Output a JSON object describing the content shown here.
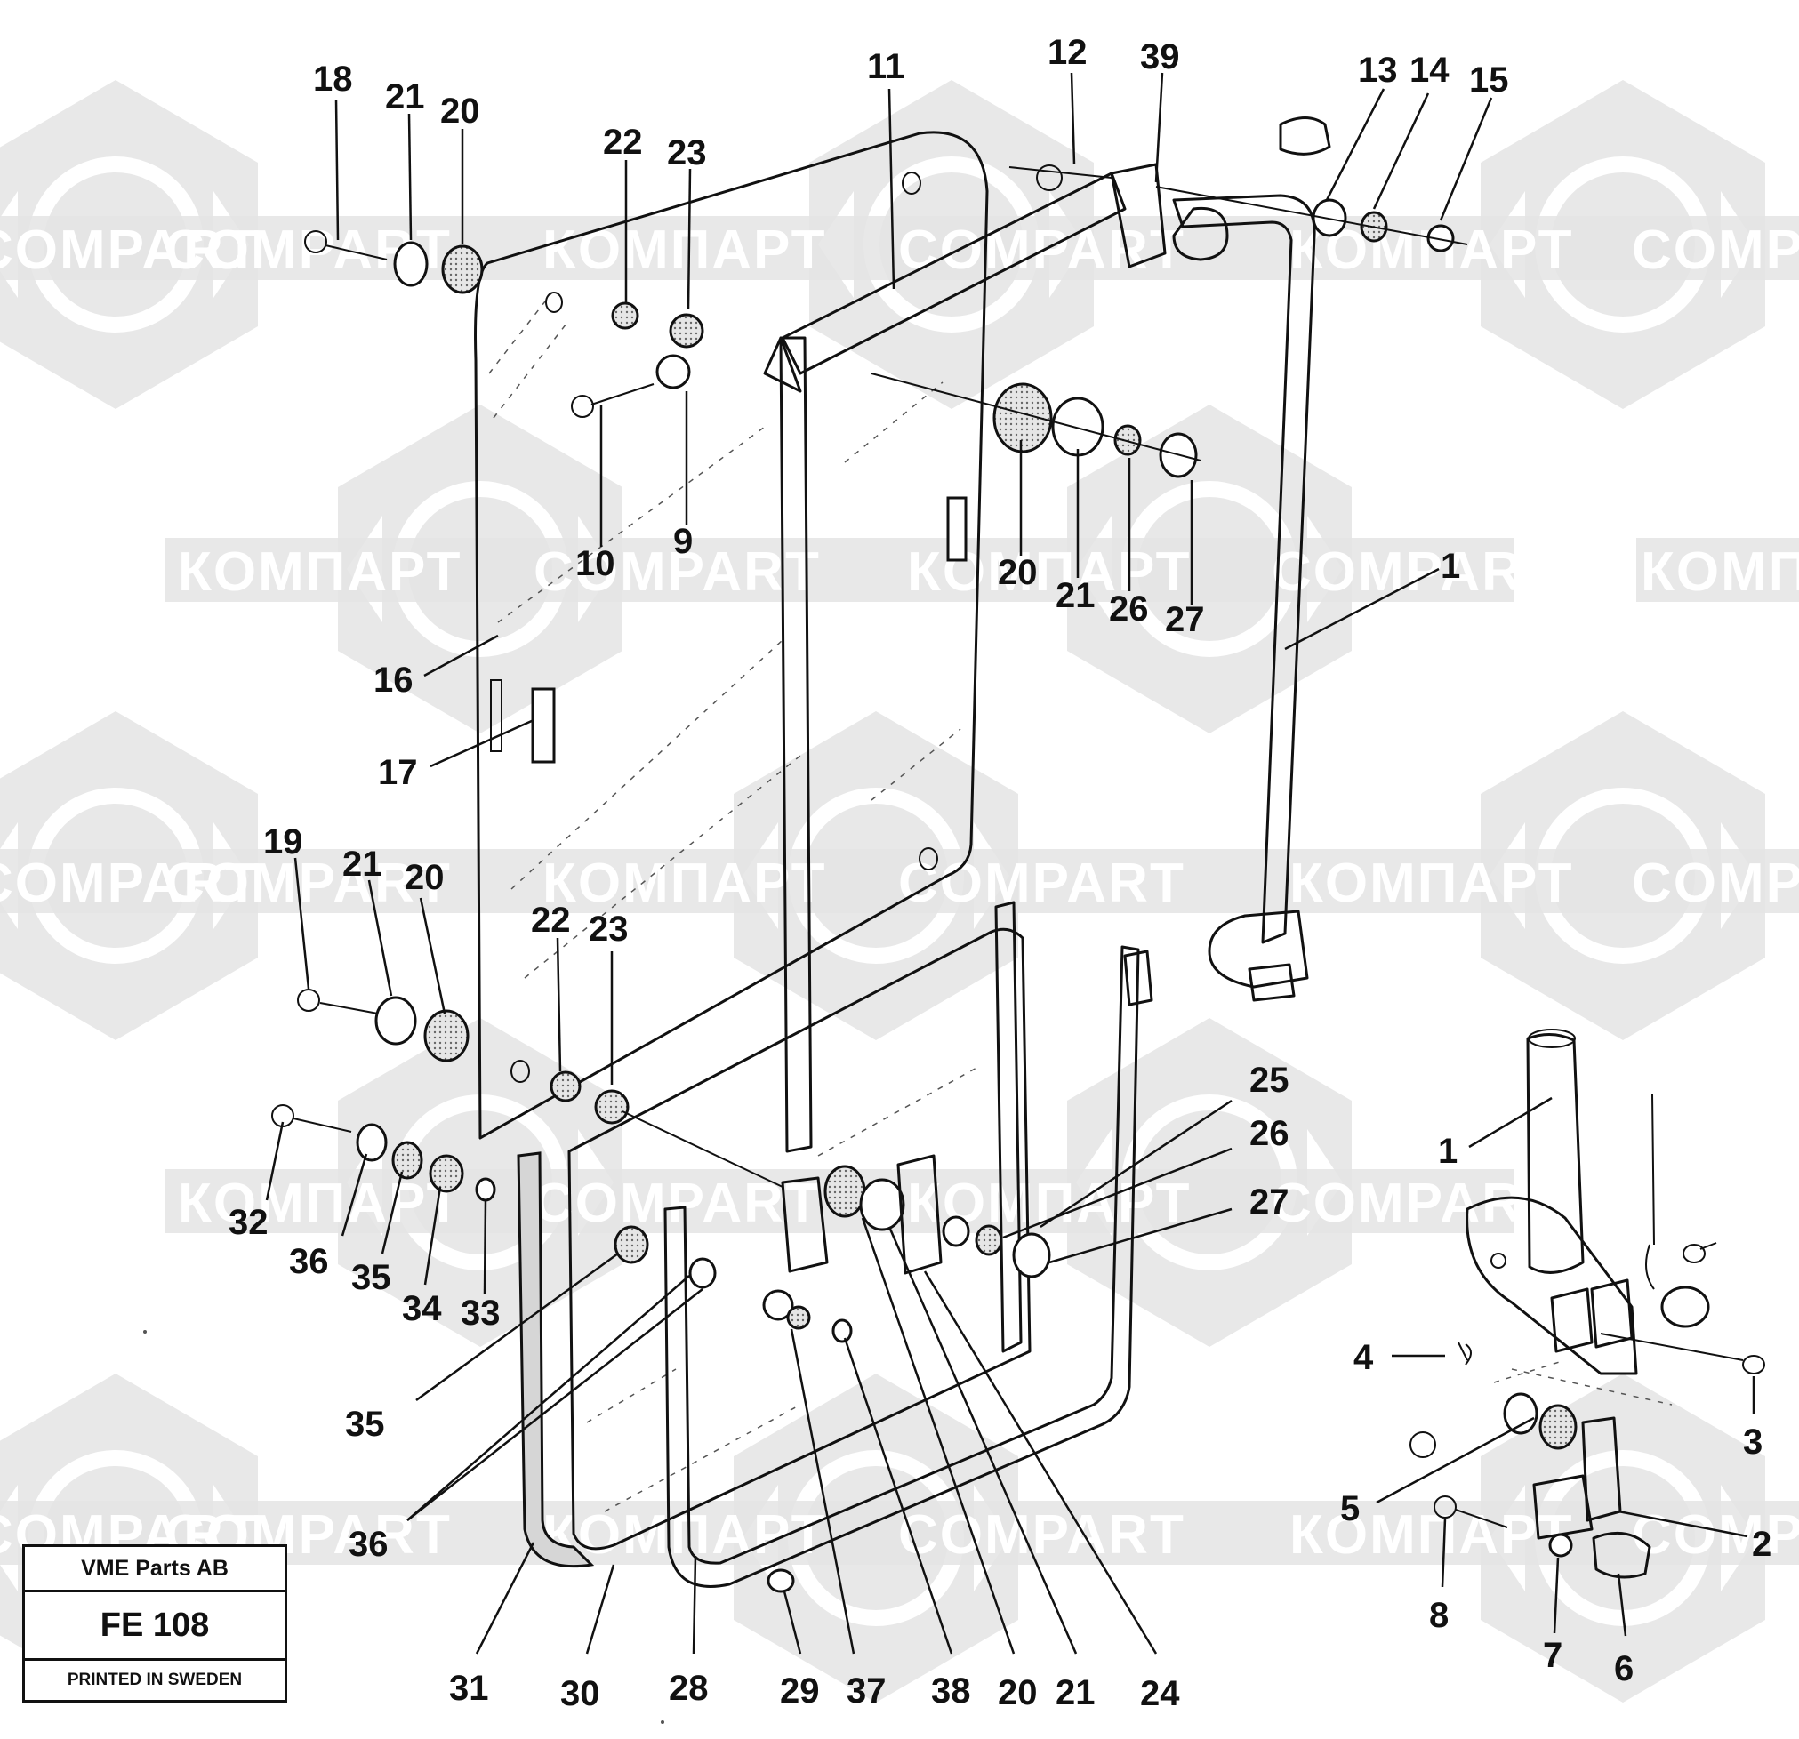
{
  "watermark": {
    "text_latin": "COMPART",
    "text_cyrillic": "КОМПАРТ",
    "hex_color": "#e8e8e8",
    "band_color": "#e4e4e4"
  },
  "title_block": {
    "company": "VME Parts AB",
    "drawing_code": "FE 108",
    "printed": "PRINTED IN SWEDEN"
  },
  "callouts": [
    "18",
    "21",
    "20",
    "22",
    "23",
    "11",
    "12",
    "39",
    "13",
    "14",
    "15",
    "10",
    "9",
    "20",
    "21",
    "26",
    "27",
    "1",
    "16",
    "17",
    "19",
    "21",
    "20",
    "22",
    "23",
    "25",
    "26",
    "27",
    "32",
    "36",
    "35",
    "34",
    "33",
    "35",
    "36",
    "31",
    "30",
    "28",
    "29",
    "37",
    "38",
    "20",
    "21",
    "24",
    "1",
    "4",
    "3",
    "5",
    "2",
    "8",
    "7",
    "6"
  ]
}
